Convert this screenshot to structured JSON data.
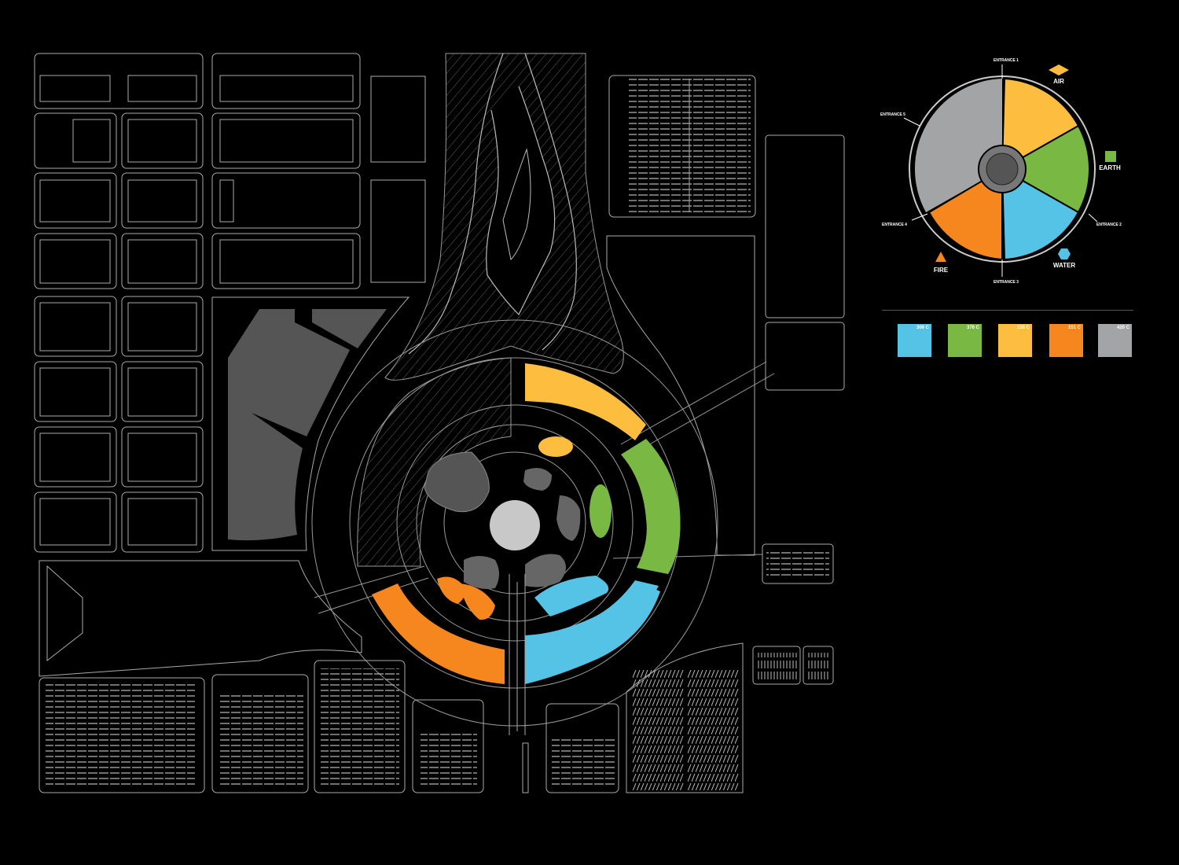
{
  "legend": {
    "entrances": [
      "ENTRANCE 1",
      "ENTRANCE 2",
      "ENTRANCE 3",
      "ENTRANCE 4",
      "ENTRANCE 5"
    ],
    "elements": [
      {
        "name": "AIR",
        "color": "#FDBE3F",
        "icon": "diamond-icon"
      },
      {
        "name": "EARTH",
        "color": "#79B843",
        "icon": "square-icon"
      },
      {
        "name": "WATER",
        "color": "#55C3E5",
        "icon": "hexagon-icon"
      },
      {
        "name": "FIRE",
        "color": "#F6871F",
        "icon": "triangle-icon"
      }
    ],
    "gray_zone_color": "#A2A4A6"
  },
  "swatches": [
    {
      "code": "306 C",
      "color": "#55C3E5"
    },
    {
      "code": "376 C",
      "color": "#79B843"
    },
    {
      "code": "136 C",
      "color": "#FDBE3F"
    },
    {
      "code": "151 C",
      "color": "#F6871F"
    },
    {
      "code": "420 C",
      "color": "#A2A4A6"
    }
  ],
  "colors": {
    "background": "#000000",
    "line": "#9a9a9a",
    "building_gray": "#555555"
  }
}
